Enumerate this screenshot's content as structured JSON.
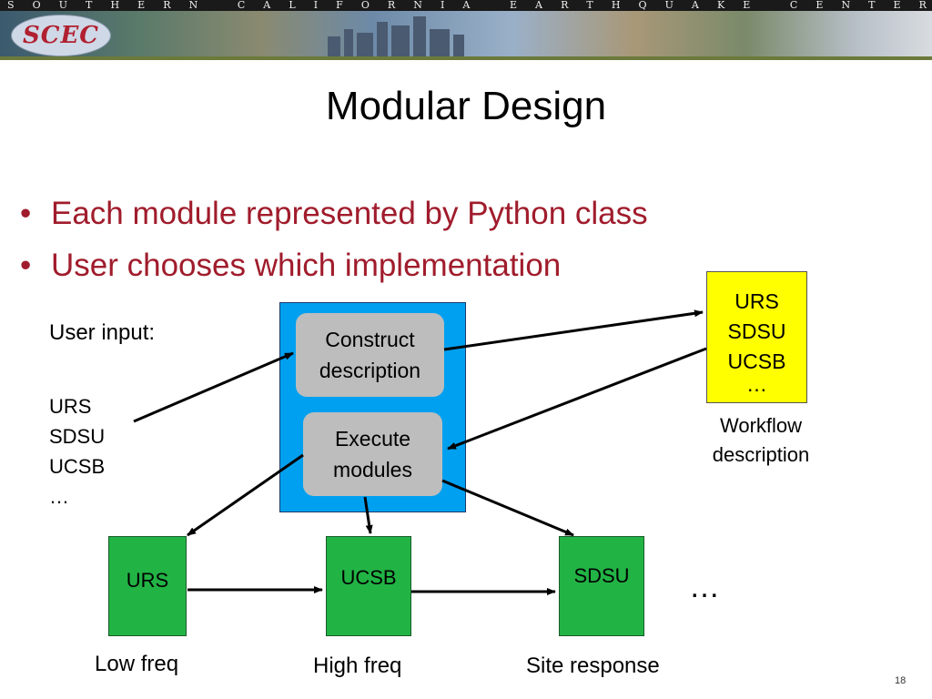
{
  "banner": {
    "letters": [
      "S",
      "O",
      "U",
      "T",
      "H",
      "E",
      "R",
      "N",
      " ",
      "C",
      "A",
      "L",
      "I",
      "F",
      "O",
      "R",
      "N",
      "I",
      "A",
      " ",
      "E",
      "A",
      "R",
      "T",
      "H",
      "Q",
      "U",
      "A",
      "K",
      "E",
      " ",
      "C",
      "E",
      "N",
      "T",
      "E",
      "R"
    ],
    "logo": "SCEC"
  },
  "slide": {
    "title": "Modular Design",
    "bullets": [
      "Each module represented by Python class",
      "User chooses which implementation"
    ],
    "page_number": "18"
  },
  "diagram": {
    "user_input_label": "User input:",
    "user_input_items": [
      "URS",
      "SDSU",
      "UCSB",
      "…"
    ],
    "construct_box": [
      "Construct",
      "description"
    ],
    "execute_box": [
      "Execute",
      "modules"
    ],
    "workflow_items": [
      "URS",
      "SDSU",
      "UCSB",
      "…"
    ],
    "workflow_label": [
      "Workflow",
      "description"
    ],
    "modules": [
      {
        "name": "URS",
        "caption": "Low freq"
      },
      {
        "name": "UCSB",
        "caption": "High freq"
      },
      {
        "name": "SDSU",
        "caption": "Site response"
      }
    ],
    "more": "…",
    "colors": {
      "panel": "#00a0f0",
      "box": "#bdbdbd",
      "workflow": "#ffff00",
      "module": "#22b345",
      "bullet_text": "#a01c2c"
    }
  }
}
